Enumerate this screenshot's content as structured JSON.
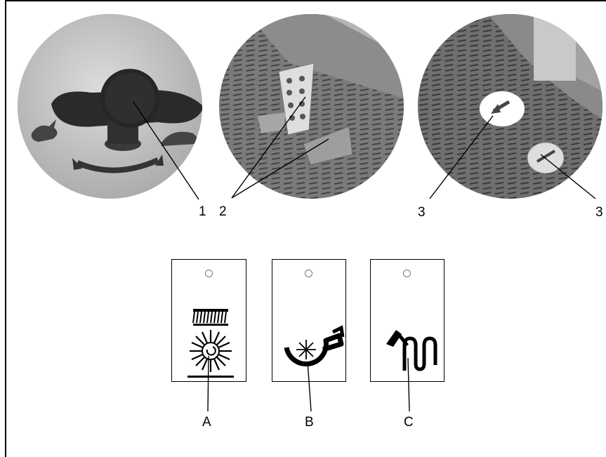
{
  "photos": {
    "knob": {
      "callouts": [
        "1"
      ]
    },
    "pedals": {
      "callouts": [
        "2"
      ]
    },
    "floor_openings": {
      "callouts": [
        "3",
        "3"
      ]
    }
  },
  "tags": [
    {
      "id": "A",
      "label": "A",
      "icon": "brush-roller-icon"
    },
    {
      "id": "B",
      "label": "B",
      "icon": "blower-fan-icon"
    },
    {
      "id": "C",
      "label": "C",
      "icon": "hammer-heater-icon"
    }
  ]
}
